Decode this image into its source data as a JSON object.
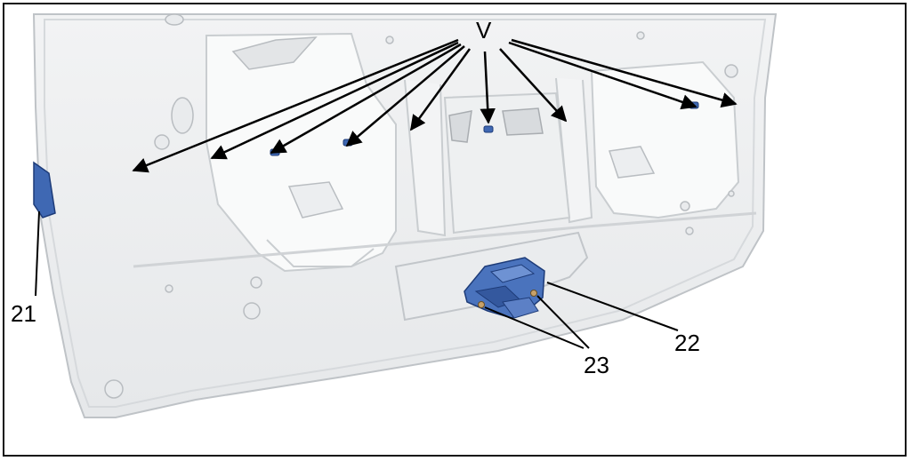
{
  "diagram": {
    "callouts": {
      "v": "V",
      "part_21": "21",
      "part_22": "22",
      "part_23": "23"
    },
    "colors": {
      "part_blue": "#3f68b3",
      "panel_white": "#f6f7f8",
      "line": "#000000"
    }
  }
}
